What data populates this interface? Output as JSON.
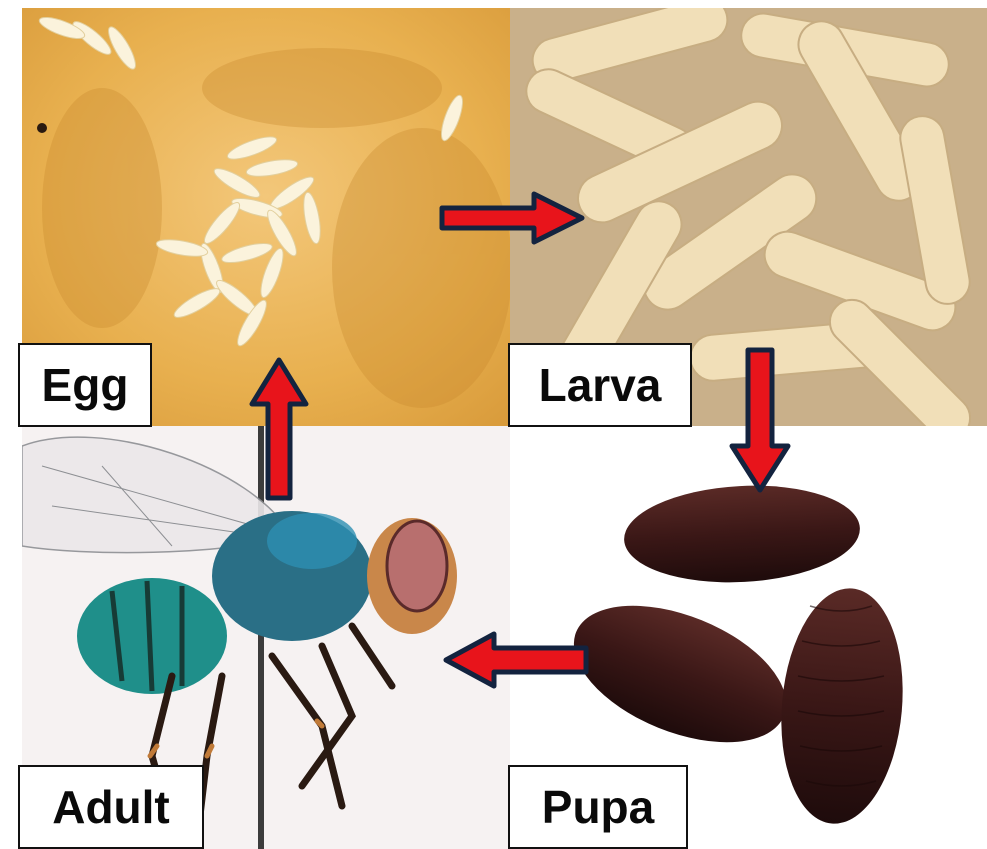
{
  "stages": {
    "egg": {
      "label": "Egg"
    },
    "larva": {
      "label": "Larva"
    },
    "pupa": {
      "label": "Pupa"
    },
    "adult": {
      "label": "Adult"
    }
  },
  "arrows": [
    {
      "from": "Egg",
      "to": "Larva",
      "direction": "right"
    },
    {
      "from": "Larva",
      "to": "Pupa",
      "direction": "down"
    },
    {
      "from": "Pupa",
      "to": "Adult",
      "direction": "left"
    },
    {
      "from": "Adult",
      "to": "Egg",
      "direction": "up"
    }
  ],
  "colors": {
    "arrow_fill": "#e8141b",
    "arrow_outline": "#13233f",
    "label_border": "#111111",
    "egg_bg": "#e9b45a",
    "larva_color": "#f1dfb8",
    "pupa_color": "#3a1716",
    "fly_body": "#1f8f8a"
  }
}
